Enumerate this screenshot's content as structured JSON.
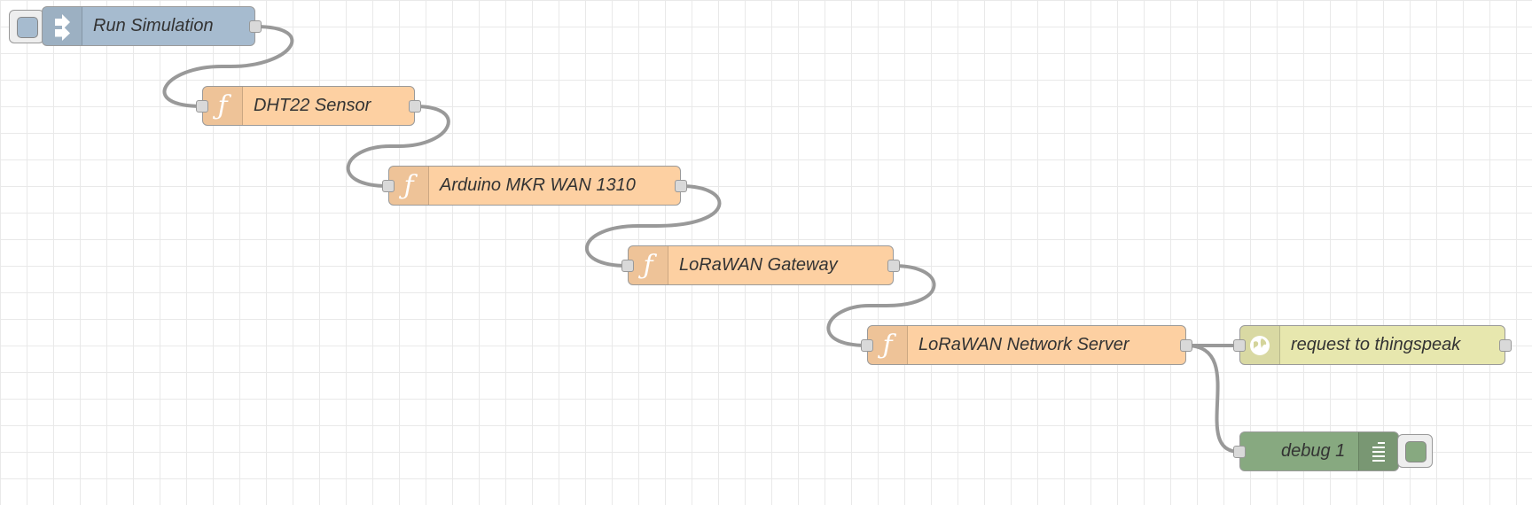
{
  "colors": {
    "inject": "#a6bbcf",
    "function": "#fdd0a2",
    "http": "#e7e7ae",
    "debug": "#87a980",
    "wire": "#999999"
  },
  "nodes": [
    {
      "id": "n1",
      "label": "Run Simulation",
      "icon": "arrow-in-icon",
      "kind": "inject"
    },
    {
      "id": "n2",
      "label": "DHT22 Sensor",
      "icon": "function-icon",
      "kind": "function"
    },
    {
      "id": "n3",
      "label": "Arduino MKR WAN 1310",
      "icon": "function-icon",
      "kind": "function"
    },
    {
      "id": "n4",
      "label": "LoRaWAN Gateway",
      "icon": "function-icon",
      "kind": "function"
    },
    {
      "id": "n5",
      "label": "LoRaWAN Network Server",
      "icon": "function-icon",
      "kind": "function"
    },
    {
      "id": "n6",
      "label": "request to thingspeak",
      "icon": "globe-icon",
      "kind": "http"
    },
    {
      "id": "n7",
      "label": "debug 1",
      "icon": "list-icon",
      "kind": "debug"
    }
  ],
  "function_glyph": "ƒ"
}
